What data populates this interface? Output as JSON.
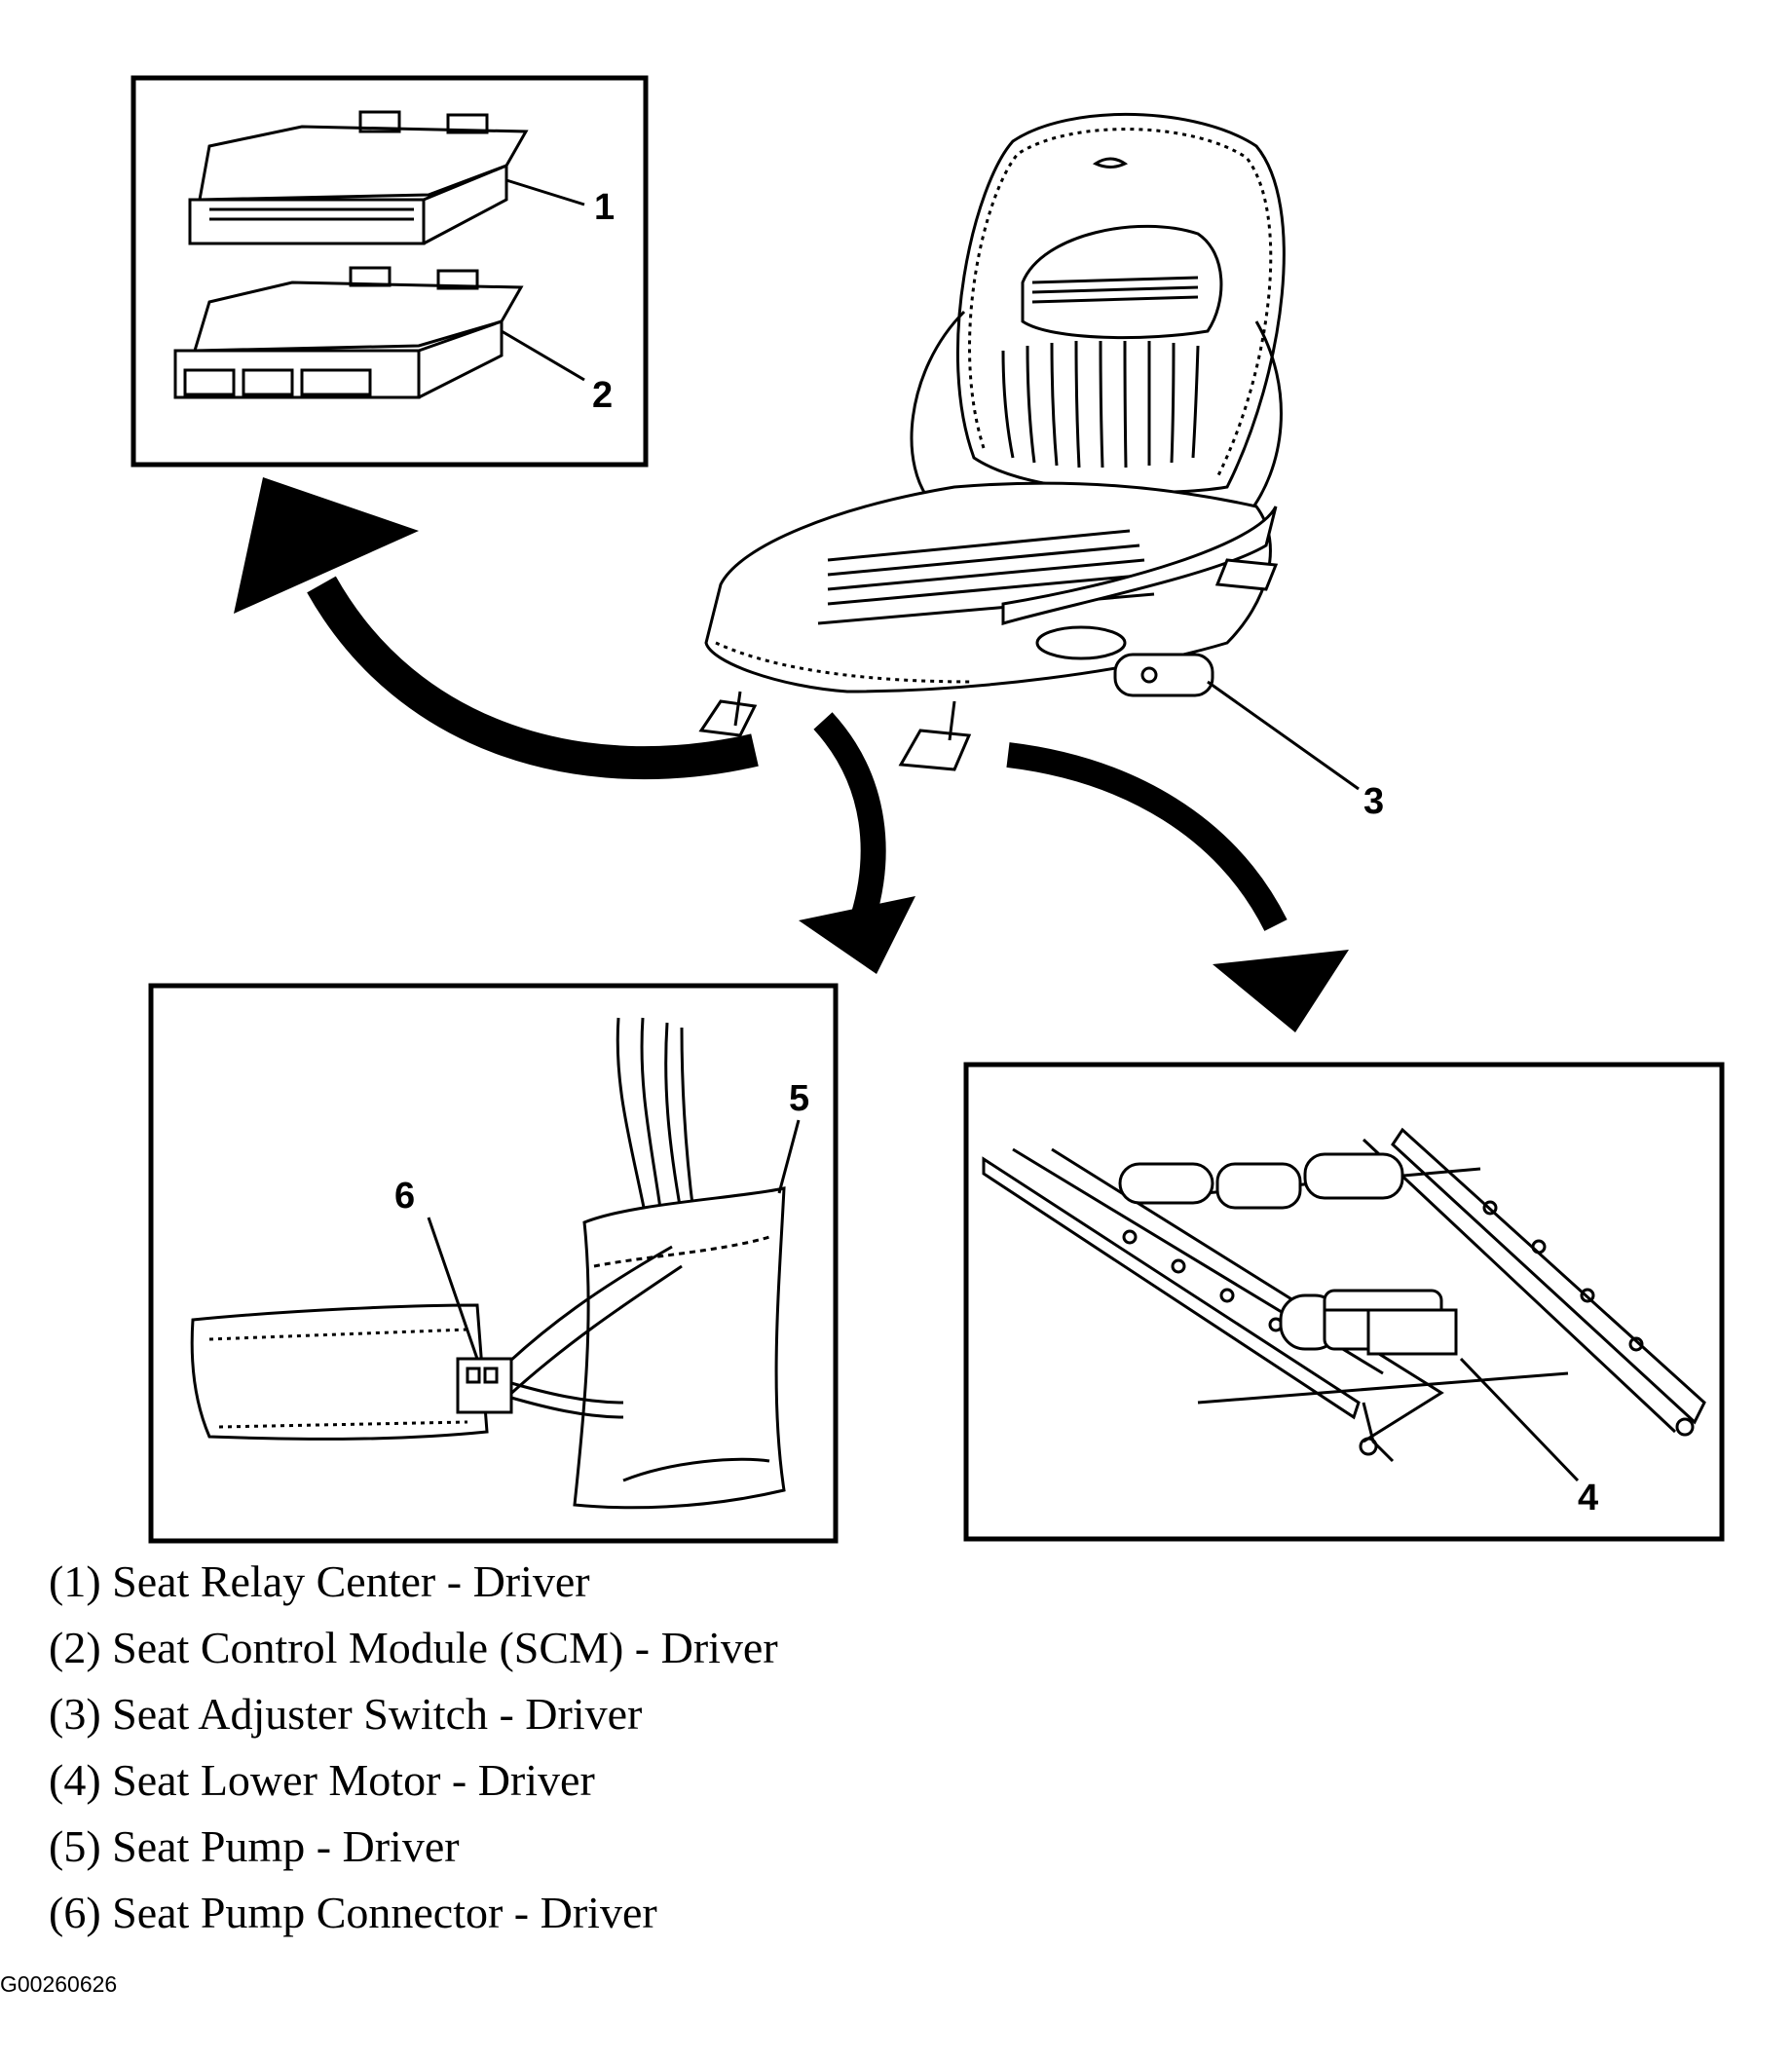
{
  "callouts": {
    "c1": "1",
    "c2": "2",
    "c3": "3",
    "c4": "4",
    "c5": "5",
    "c6": "6"
  },
  "legend": [
    {
      "text": "(1) Seat Relay Center - Driver"
    },
    {
      "text": "(2) Seat Control Module (SCM) - Driver"
    },
    {
      "text": "(3) Seat Adjuster Switch - Driver"
    },
    {
      "text": "(4) Seat Lower Motor - Driver"
    },
    {
      "text": "(5) Seat Pump - Driver"
    },
    {
      "text": "(6) Seat Pump Connector - Driver"
    }
  ],
  "figure_id": "G00260626"
}
